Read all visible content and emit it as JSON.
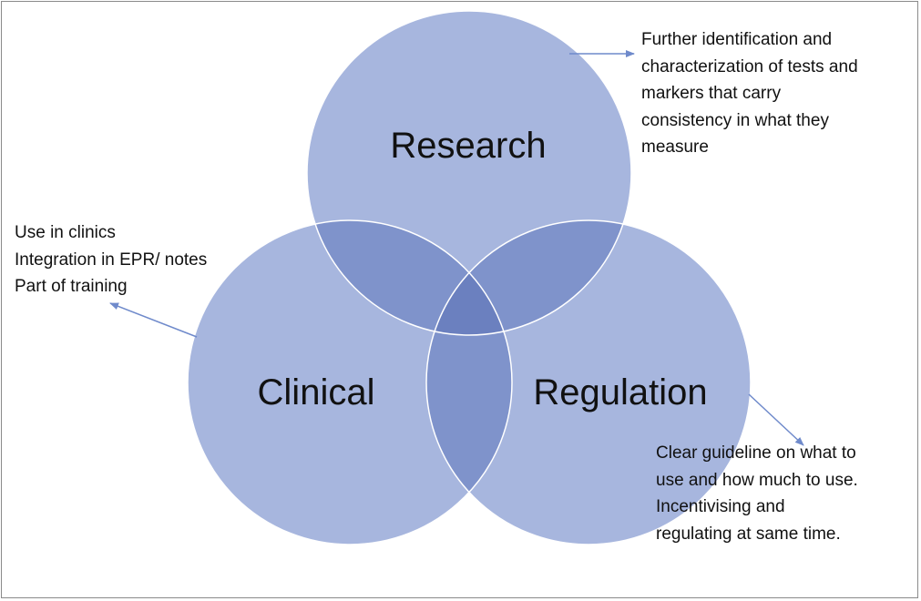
{
  "diagram": {
    "circles": [
      {
        "key": "research",
        "label": "Research"
      },
      {
        "key": "clinical",
        "label": "Clinical"
      },
      {
        "key": "regulation",
        "label": "Regulation"
      }
    ],
    "notes": {
      "research": [
        "Further identification and",
        "characterization of tests and",
        "markers that carry",
        "consistency in what they",
        "measure"
      ],
      "clinical": [
        "Use in clinics",
        "Integration in EPR/ notes",
        "Part of training"
      ],
      "regulation": [
        "Clear guideline on what to",
        "use and how much to use.",
        "Incentivising and",
        "regulating at same time."
      ]
    },
    "colors": {
      "circle_fill": "#a7b6de",
      "circle_stroke": "#ffffff",
      "overlap_pair": "#7f93cb",
      "overlap_center": "#6b80bf",
      "arrow": "#6f8acb",
      "text": "#111111",
      "frame": "#8a8a8a"
    }
  }
}
